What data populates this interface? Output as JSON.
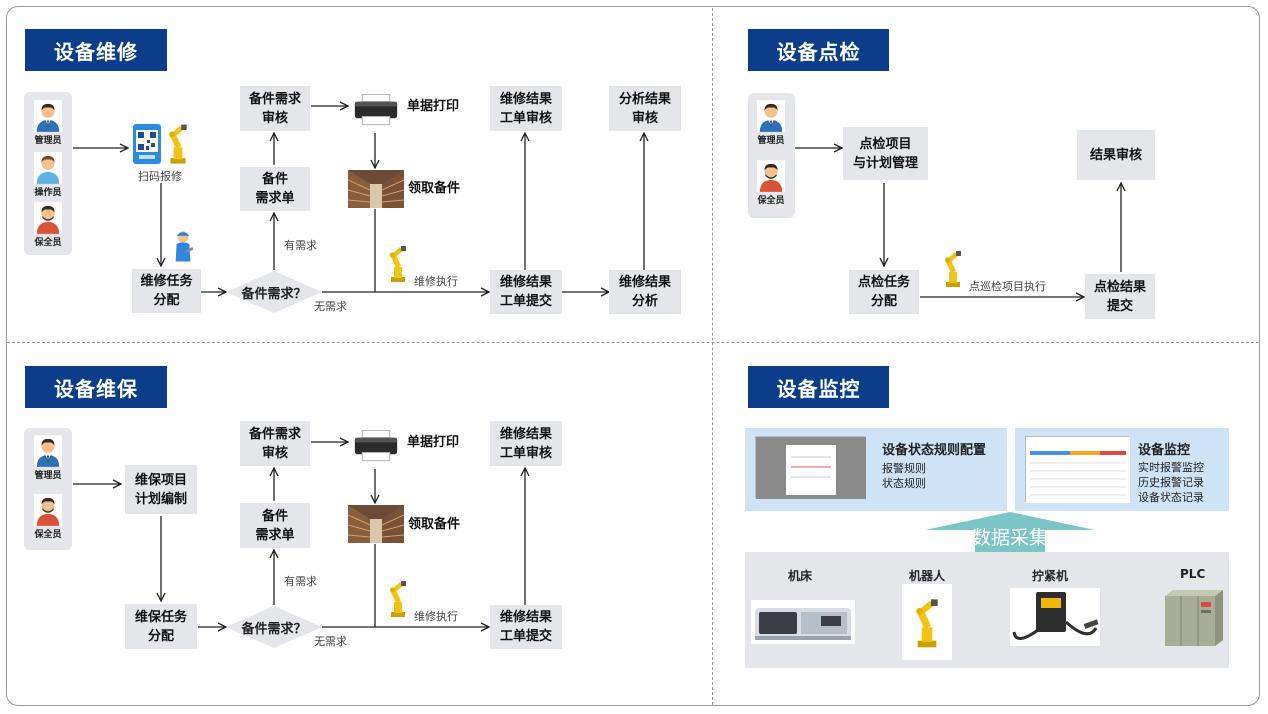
{
  "colors": {
    "title_bg": "#0c3d8a",
    "box_bg": "#e4e6ea",
    "monitor_bg": "#cfe3f7",
    "collect_bg": "#7cc5c7"
  },
  "roles": {
    "admin": "管理员",
    "operator": "操作员",
    "security": "保全员"
  },
  "repair": {
    "title": "设备维修",
    "scan": "扫码报修",
    "task": "维修任务\n分配",
    "decision": "备件需求？",
    "need": "有需求",
    "no_need": "无需求",
    "request": "备件\n需求单",
    "review": "备件需求\n审核",
    "print": "单据打印",
    "pickup": "领取备件",
    "exec": "维修执行",
    "submit": "维修结果\n工单提交",
    "audit": "维修结果\n工单审核",
    "analysis": "维修结果\n分析",
    "analysis_audit": "分析结果\n审核"
  },
  "inspection": {
    "title": "设备点检",
    "plan": "点检项目\n与计划管理",
    "task": "点检任务\n分配",
    "exec": "点巡检项目执行",
    "submit": "点检结果\n提交",
    "audit": "结果审核"
  },
  "maintenance": {
    "title": "设备维保",
    "plan": "维保项目\n计划编制",
    "task": "维保任务\n分配",
    "decision": "备件需求？",
    "need": "有需求",
    "no_need": "无需求",
    "request": "备件\n需求单",
    "review": "备件需求\n审核",
    "print": "单据打印",
    "pickup": "领取备件",
    "exec": "维修执行",
    "submit": "维修结果\n工单提交",
    "audit": "维修结果\n工单审核"
  },
  "monitoring": {
    "title": "设备监控",
    "config": {
      "title": "设备状态规则配置",
      "items": [
        "报警规则",
        "状态规则"
      ]
    },
    "monitor": {
      "title": "设备监控",
      "items": [
        "实时报警监控",
        "历史报警记录",
        "设备状态记录"
      ]
    },
    "collect": "数据采集",
    "devices": [
      "机床",
      "机器人",
      "拧紧机",
      "PLC"
    ]
  }
}
